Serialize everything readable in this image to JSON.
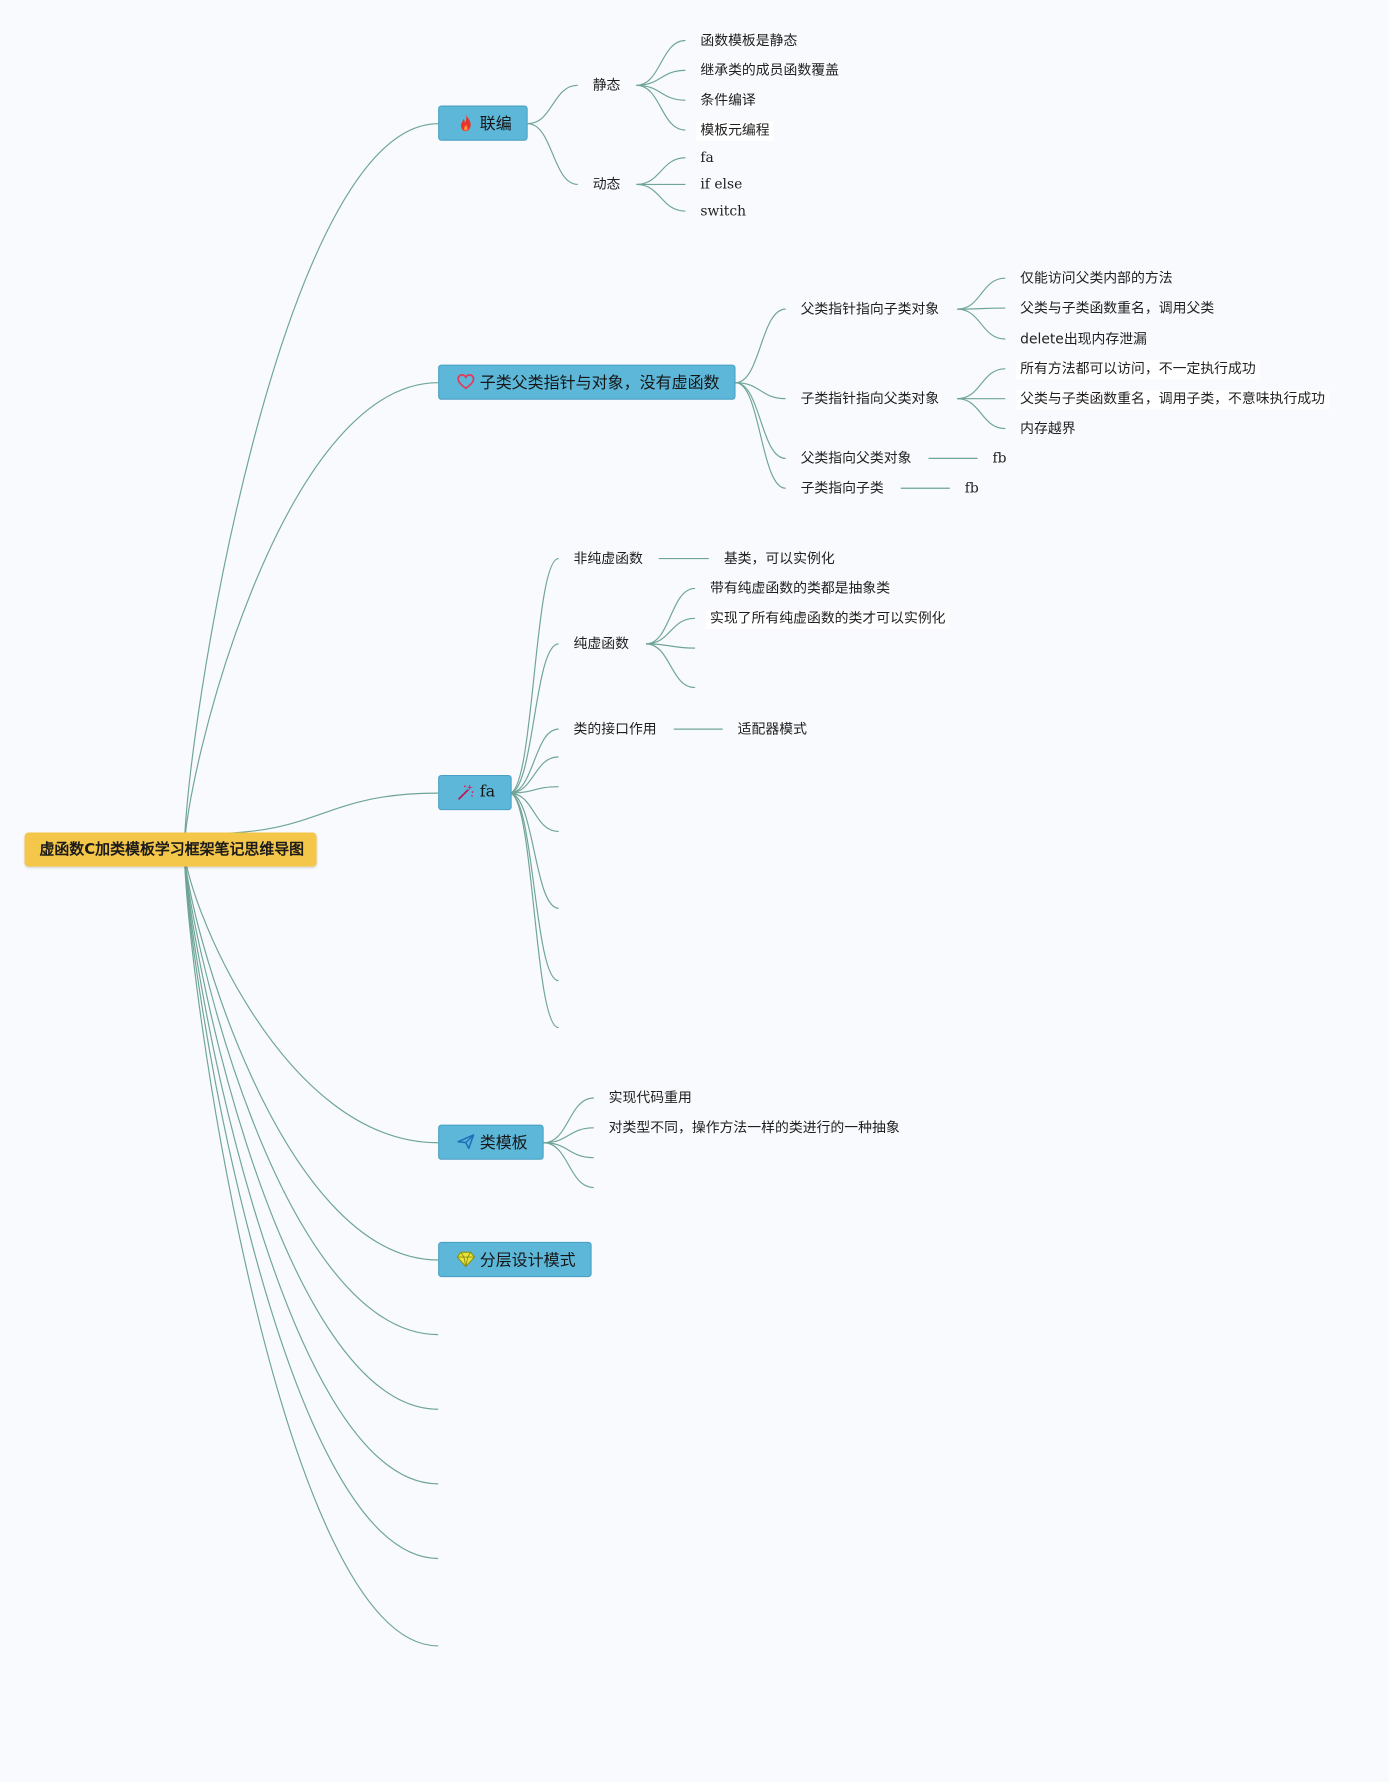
{
  "root": {
    "label": "虚函数C加类模板学习框架笔记思维导图"
  },
  "branches": {
    "b1": {
      "label": "联编",
      "icon": "fire-icon"
    },
    "b2": {
      "label": "子类父类指针与对象，没有虚函数",
      "icon": "heart-icon"
    },
    "b3": {
      "label": "fa",
      "icon": "magic-wand-icon"
    },
    "b4": {
      "label": "类模板",
      "icon": "paper-plane-icon"
    },
    "b5": {
      "label": "分层设计模式",
      "icon": "diamond-icon"
    }
  },
  "nodes": {
    "jingtai": "静态",
    "jt1": "函数模板是静态",
    "jt2": "继承类的成员函数覆盖",
    "jt3": "条件编译",
    "jt4": "模板元编程",
    "dongtai": "动态",
    "dt1": "fa",
    "dt2": "if else",
    "dt3": "switch",
    "fz": "父类指针指向子类对象",
    "fz1": "仅能访问父类内部的方法",
    "fz2": "父类与子类函数重名，调用父类",
    "fz3": "delete出现内存泄漏",
    "zf": "子类指针指向父类对象",
    "zf1": "所有方法都可以访问，不一定执行成功",
    "zf2": "父类与子类函数重名，调用子类，不意味执行成功",
    "zf3": "内存越界",
    "ff": "父类指向父类对象",
    "ff1": "fb",
    "zz": "子类指向子类",
    "zz1": "fb",
    "fcx": "非纯虚函数",
    "fcx1": "基类，可以实例化",
    "cx": "纯虚函数",
    "cx1": "带有纯虚函数的类都是抽象类",
    "cx2": "实现了所有纯虚函数的类才可以实例化",
    "jk": "类的接口作用",
    "jk1": "适配器模式",
    "mb1": "实现代码重用",
    "mb2": "对类型不同，操作方法一样的类进行的一种抽象"
  }
}
